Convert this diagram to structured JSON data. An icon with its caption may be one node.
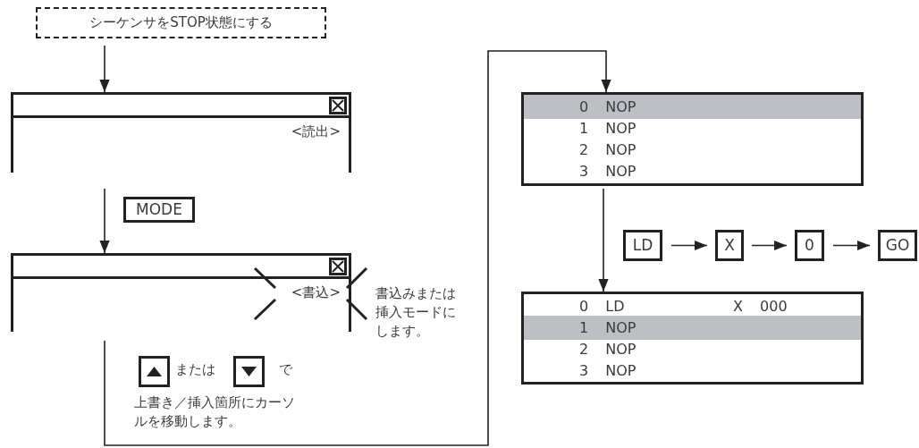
{
  "diagram": {
    "nodes": [
      {
        "text": [
          "シーケンサをSTOP状態にする"
        ]
      },
      {
        "text": [
          "<読出>"
        ]
      },
      {
        "text": [
          "MODE"
        ]
      },
      {
        "text": [
          "<書込>"
        ]
      },
      {
        "text": [
          "0 NOP",
          "1 NOP",
          "2 NOP",
          "3 NOP"
        ]
      },
      {
        "text": [
          "LD"
        ]
      },
      {
        "text": [
          "X"
        ]
      },
      {
        "text": [
          "0"
        ]
      },
      {
        "text": [
          "GO"
        ]
      },
      {
        "text": [
          "0 LD",
          "X 000",
          "1 NOP",
          "2 NOP",
          "3 NOP"
        ]
      }
    ],
    "edges": [
      {
        "from": 0,
        "to": 1,
        "arrow": "to"
      },
      {
        "from": 1,
        "to": 3,
        "arrow": "to"
      },
      {
        "from": 3,
        "to": 4,
        "arrow": "to"
      },
      {
        "from": 4,
        "to": 9,
        "arrow": "to"
      },
      {
        "from": 5,
        "to": 6,
        "arrow": "to"
      },
      {
        "from": 6,
        "to": 7,
        "arrow": "to"
      },
      {
        "from": 7,
        "to": 8,
        "arrow": "to"
      }
    ],
    "labels": [
      "書込みまたは挿入モードにします。",
      "または",
      "で",
      "上書き／挿入箇所にカーソルを移動します。"
    ]
  }
}
